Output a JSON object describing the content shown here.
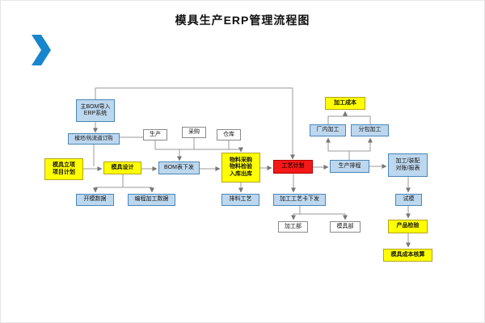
{
  "title": "模具生产ERP管理流程图",
  "palette": {
    "node_yellow": "#ffff00",
    "node_light_blue": "#bdd7ee",
    "node_red": "#f51818",
    "chevron_blue": "#1886cd"
  },
  "nodes": {
    "main_bom": "主BOM导入\nERP系统",
    "processing_cost": "加工成本",
    "mold_blank": "模坯/热流道订购",
    "production": "生产",
    "purchase": "采购",
    "warehouse": "仓库",
    "in_house": "厂内加工",
    "outsource": "分包加工",
    "project_plan": "模具立项\n项目计划",
    "mold_design": "模具设计",
    "bom_release": "BOM表下发",
    "material": "物料采购\n物料检验\n入库出库",
    "process_plan": "工艺计划",
    "scheduling": "生产排程",
    "assembly_report": "加工/装配\n对账/报表",
    "mold_open_data": "开模数据",
    "programming_data": "编程加工数据",
    "layout_process": "排料工艺",
    "process_card": "加工工艺卡下发",
    "trial": "试模",
    "processing_dept": "加工部",
    "mold_dept": "模具部",
    "inspection": "产品检验",
    "cost_accounting": "模具成本核算"
  }
}
